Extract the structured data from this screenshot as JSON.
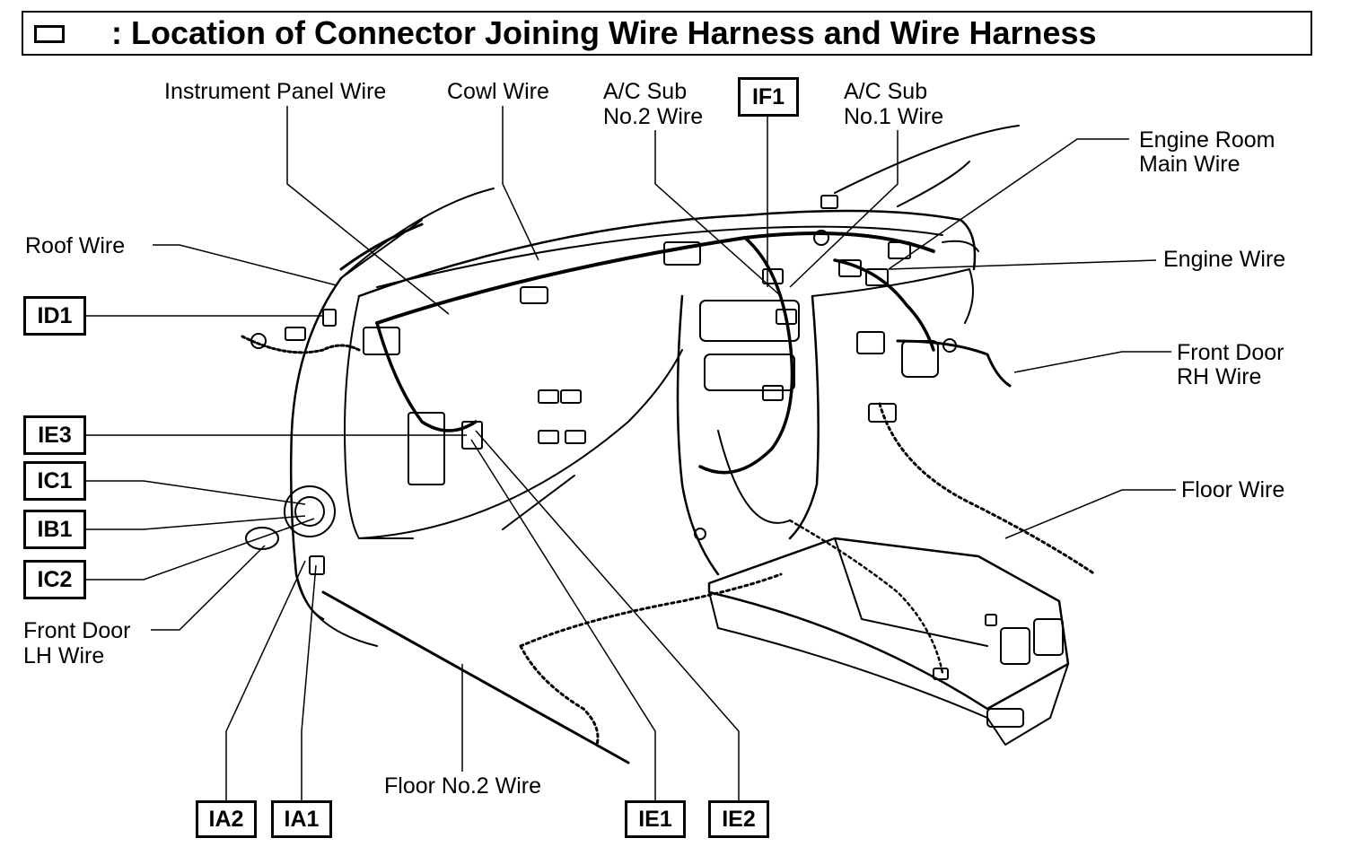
{
  "title": ": Location of Connector Joining Wire Harness and Wire Harness",
  "wire_labels": {
    "instrument_panel_wire": "Instrument Panel Wire",
    "cowl_wire": "Cowl Wire",
    "ac_sub_no2_line1": "A/C Sub",
    "ac_sub_no2_line2": "No.2 Wire",
    "ac_sub_no1_line1": "A/C Sub",
    "ac_sub_no1_line2": "No.1 Wire",
    "engine_room_main_line1": "Engine Room",
    "engine_room_main_line2": "Main Wire",
    "engine_wire": "Engine Wire",
    "front_door_rh_line1": "Front Door",
    "front_door_rh_line2": "RH Wire",
    "floor_wire": "Floor Wire",
    "roof_wire": "Roof Wire",
    "front_door_lh_line1": "Front Door",
    "front_door_lh_line2": "LH Wire",
    "floor_no2_wire": "Floor No.2 Wire"
  },
  "connector_codes": {
    "if1": "IF1",
    "id1": "ID1",
    "ie3": "IE3",
    "ic1": "IC1",
    "ib1": "IB1",
    "ic2": "IC2",
    "ia2": "IA2",
    "ia1": "IA1",
    "ie1": "IE1",
    "ie2": "IE2"
  }
}
